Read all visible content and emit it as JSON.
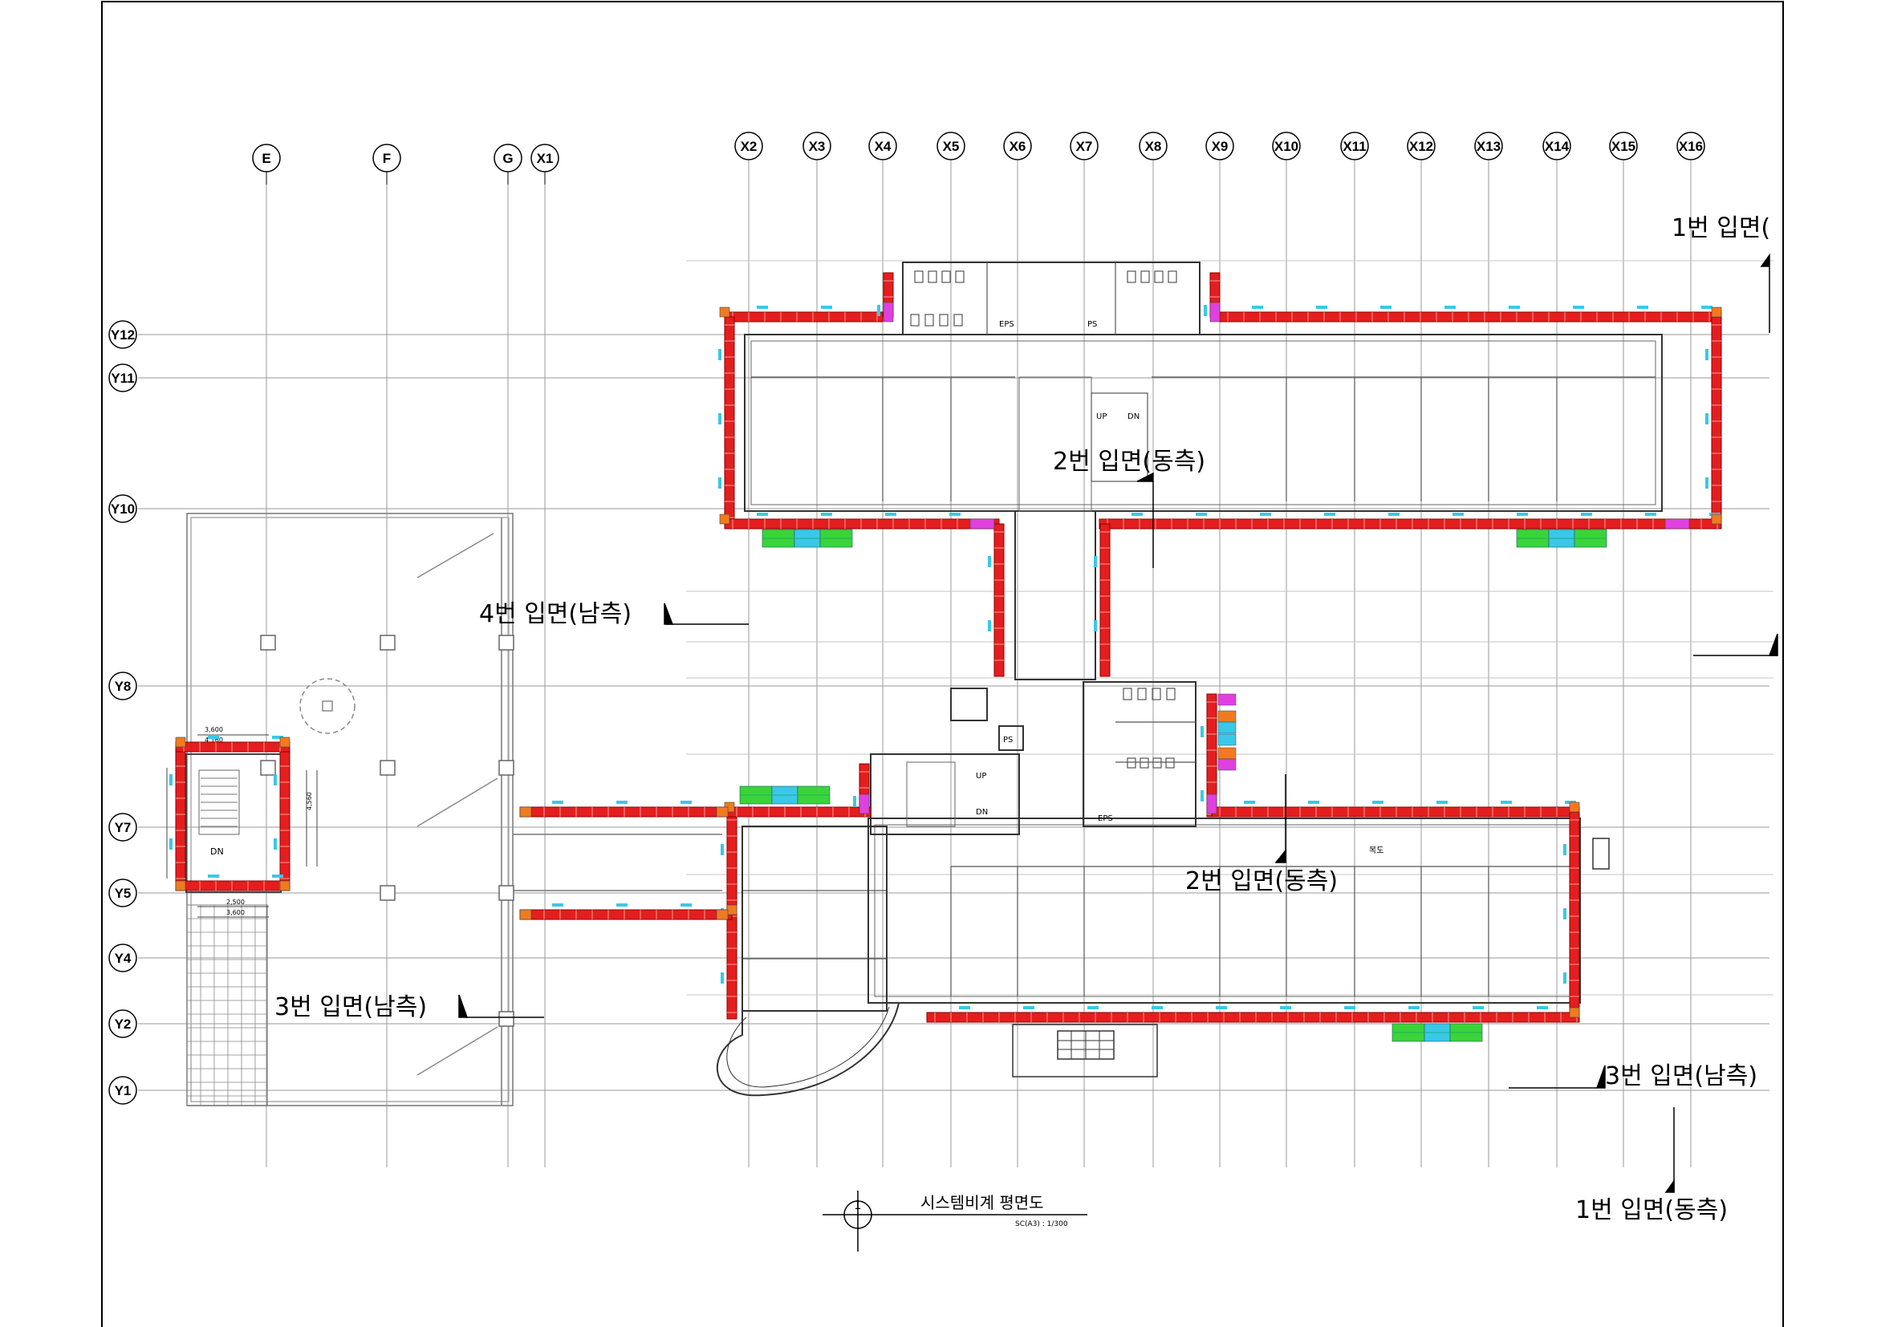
{
  "grid": {
    "left_cols": [
      "E",
      "F",
      "G",
      "X1"
    ],
    "right_cols": [
      "X2",
      "X3",
      "X4",
      "X5",
      "X6",
      "X7",
      "X8",
      "X9",
      "X10",
      "X11",
      "X12",
      "X13",
      "X14",
      "X15",
      "X16"
    ],
    "rows": [
      "Y12",
      "Y11",
      "Y10",
      "Y8",
      "Y7",
      "Y5",
      "Y4",
      "Y2",
      "Y1"
    ]
  },
  "elevation_labels": {
    "e1_top": "1번 입면(",
    "e1_bottom": "1번 입면(동측)",
    "e2_upper": "2번 입면(동측)",
    "e2_lower": "2번 입면(동측)",
    "e3_left": "3번 입면(남측)",
    "e3_right": "3번 입면(남측)",
    "e4": "4번 입면(남측)"
  },
  "room_labels": {
    "up": "UP",
    "dn": "DN",
    "eps": "EPS",
    "ps": "PS",
    "corridor": "복도",
    "stair_dn": "DN"
  },
  "title_block": {
    "number": "1",
    "title": "시스템비계 평면도",
    "scale": "SC(A3) : 1/300"
  },
  "stair_dims": {
    "d1": "3,600",
    "d2": "4,160",
    "d3": "2,500",
    "d4": "3,600",
    "d5": "4,560"
  },
  "colors": {
    "scaffold": "#e41e1e",
    "scaffold_edge": "#8a0000",
    "corner": "#f07b1e",
    "magenta": "#e040e0",
    "green": "#3ad43a",
    "cyan": "#3ac8e8",
    "grid": "#8f8f8f",
    "wall": "#333333"
  }
}
